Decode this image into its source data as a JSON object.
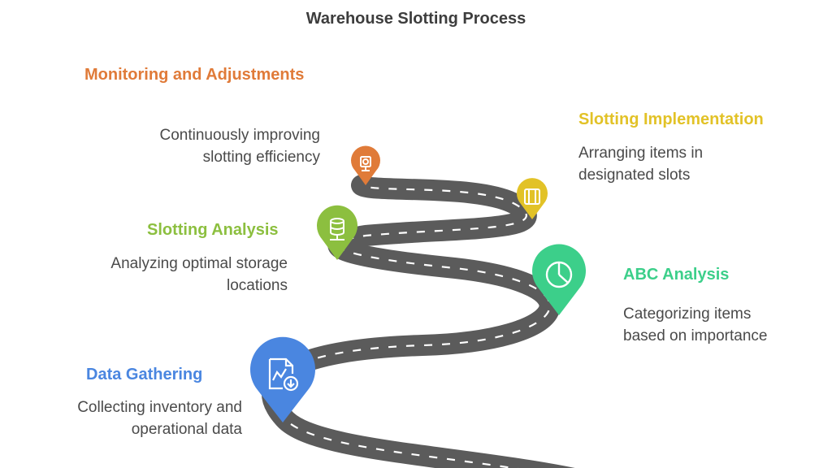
{
  "title": "Warehouse Slotting Process",
  "steps": [
    {
      "id": "monitoring",
      "title": "Monitoring and Adjustments",
      "desc_lines": [
        "Continuously improving",
        "slotting efficiency"
      ],
      "color": "#e07b39",
      "icon": "surveillance-camera-icon"
    },
    {
      "id": "implementation",
      "title": "Slotting Implementation",
      "desc_lines": [
        "Arranging items in",
        "designated slots"
      ],
      "color": "#e2c227",
      "icon": "filmstrip-slots-icon"
    },
    {
      "id": "analysis",
      "title": "Slotting Analysis",
      "desc_lines": [
        "Analyzing optimal storage",
        "locations"
      ],
      "color": "#8cbf3f",
      "icon": "database-icon"
    },
    {
      "id": "abc",
      "title": "ABC Analysis",
      "desc_lines": [
        "Categorizing items",
        "based on importance"
      ],
      "color": "#3ccf8a",
      "icon": "pie-chart-icon"
    },
    {
      "id": "data",
      "title": "Data Gathering",
      "desc_lines": [
        "Collecting inventory and",
        "operational data"
      ],
      "color": "#4a86e0",
      "icon": "document-chart-download-icon"
    }
  ],
  "road_color": "#5b5b5b",
  "road_marking_color": "#ffffff"
}
